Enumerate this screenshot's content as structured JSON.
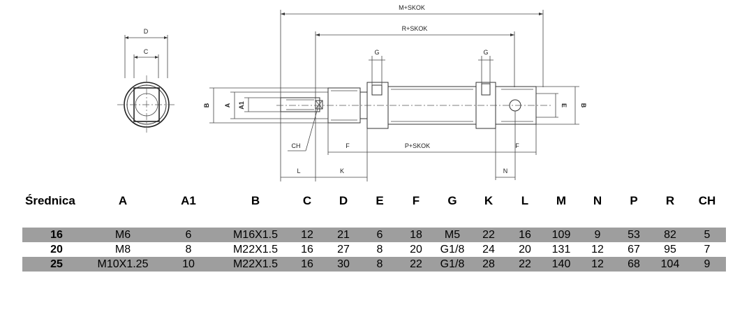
{
  "drawing": {
    "labels": {
      "m_skok": "M+SKOK",
      "r_skok": "R+SKOK",
      "p_skok": "P+SKOK",
      "d": "D",
      "c": "C",
      "b": "B",
      "a": "A",
      "a1": "A1",
      "ch": "CH",
      "g": "G",
      "f": "F",
      "l": "L",
      "k": "K",
      "n": "N",
      "e": "E"
    }
  },
  "table": {
    "headers": [
      "Średnica",
      "A",
      "A1",
      "B",
      "C",
      "D",
      "E",
      "F",
      "G",
      "K",
      "L",
      "M",
      "N",
      "P",
      "R",
      "CH"
    ],
    "rows": [
      [
        "16",
        "M6",
        "6",
        "M16X1.5",
        "12",
        "21",
        "6",
        "18",
        "M5",
        "22",
        "16",
        "109",
        "9",
        "53",
        "82",
        "5"
      ],
      [
        "20",
        "M8",
        "8",
        "M22X1.5",
        "16",
        "27",
        "8",
        "20",
        "G1/8",
        "24",
        "20",
        "131",
        "12",
        "67",
        "95",
        "7"
      ],
      [
        "25",
        "M10X1.25",
        "10",
        "M22X1.5",
        "16",
        "30",
        "8",
        "22",
        "G1/8",
        "28",
        "22",
        "140",
        "12",
        "68",
        "104",
        "9"
      ]
    ]
  }
}
